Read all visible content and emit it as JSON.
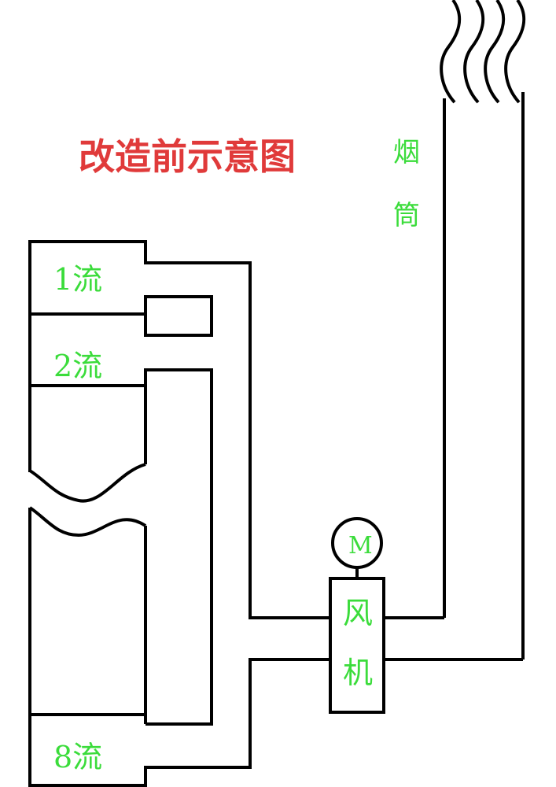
{
  "title": "改造前示意图",
  "chimney_label_1": "烟",
  "chimney_label_2": "筒",
  "stream_1": "1流",
  "stream_2": "2流",
  "stream_8": "8流",
  "motor_label": "M",
  "fan_label_1": "风",
  "fan_label_2": "机",
  "colors": {
    "title": "#e03a3a",
    "label": "#3bdc3b",
    "line": "#000000"
  }
}
